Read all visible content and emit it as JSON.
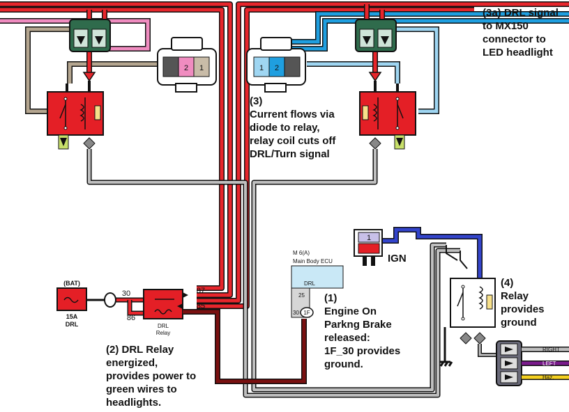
{
  "annotations": {
    "drl_signal": "(3a) DRL signal\nto MX150\nconnector to\nLED headlight",
    "current_flows": "(3)\nCurrent flows via\ndiode to relay,\nrelay coil cuts off\nDRL/Turn signal",
    "relay_ground": "(4)\nRelay\nprovides\nground",
    "engine_on": "(1)\nEngine On\nParkng Brake\nreleased:\n1F_30 provides\nground.",
    "drl_relay_energized": "(2) DRL Relay\nenergized,\nprovides power to\ngreen wires to\nheadlights."
  },
  "fuse": {
    "supply": "(BAT)",
    "rating": "15A",
    "name": "DRL"
  },
  "drl_relay": {
    "label_line1": "DRL",
    "label_line2": "Relay",
    "pin_30": "30",
    "pin_86": "86",
    "pin_87": "87",
    "pin_85": "85"
  },
  "ecu": {
    "connector": "M 6(A)",
    "name": "Main Body ECU",
    "signal": "DRL",
    "pin_25": "25",
    "pin_30": "30",
    "pin_1f": "1F"
  },
  "ignition": {
    "label": "IGN",
    "pin": "1"
  },
  "left_connector": {
    "pin_2": "2",
    "pin_1": "1"
  },
  "right_connector": {
    "pin_1": "1",
    "pin_2": "2"
  },
  "switch_connector": {
    "right": "RIGHT",
    "left": "LEFT",
    "haz": "Haz."
  },
  "colors": {
    "power": "#e8262c",
    "pink": "#f08cc0",
    "tan": "#b5a690",
    "blue": "#1f9fe0",
    "light_blue": "#9fd6f2",
    "relay": "#e41f26",
    "connector_green": "#2f6b4c",
    "ign_wire": "#3344cc",
    "ecu_box": "#c9e8f6",
    "dark_wire": "#7a1010"
  }
}
